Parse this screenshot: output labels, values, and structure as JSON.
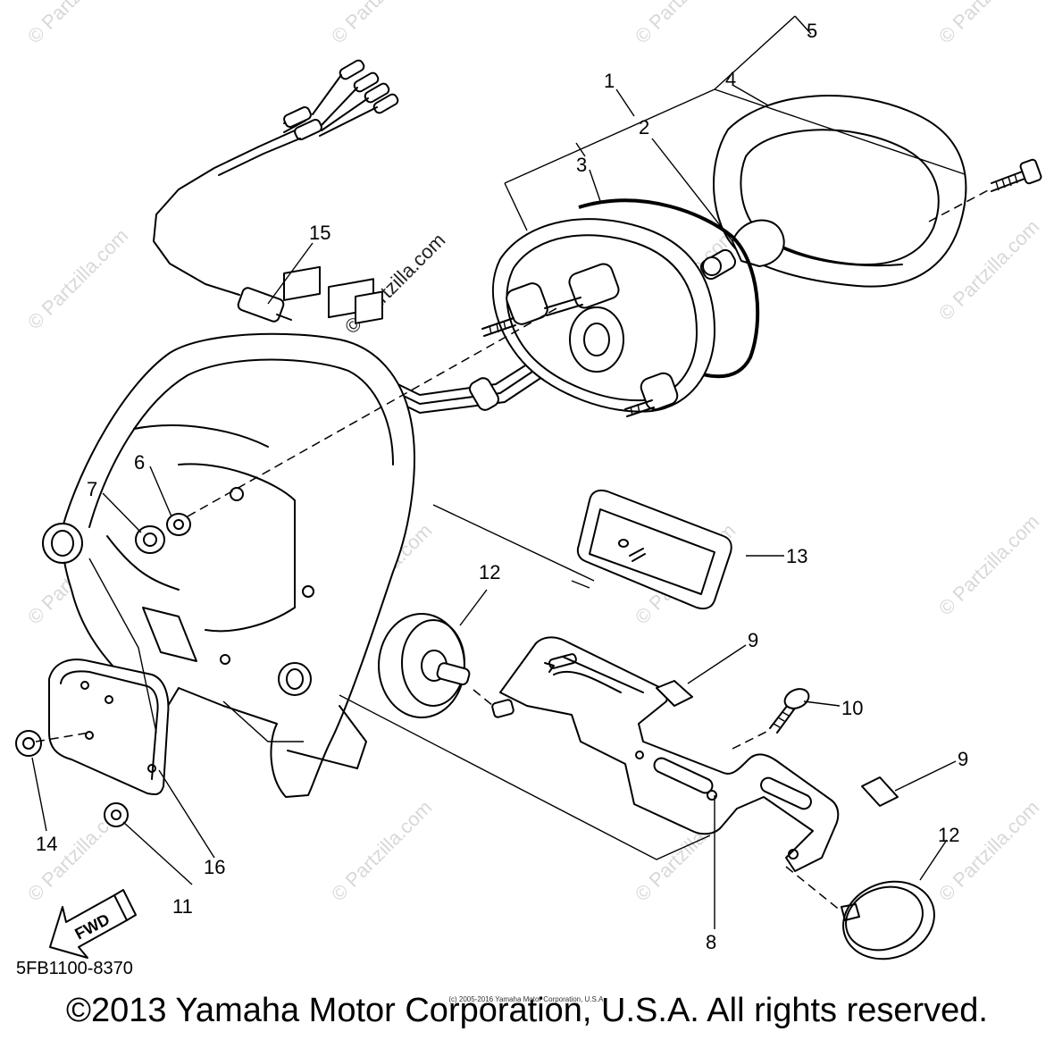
{
  "watermark_main": "© Partzilla.com",
  "callouts": [
    {
      "id": "1",
      "label": "1"
    },
    {
      "id": "2",
      "label": "2"
    },
    {
      "id": "3",
      "label": "3"
    },
    {
      "id": "4",
      "label": "4"
    },
    {
      "id": "5",
      "label": "5"
    },
    {
      "id": "6",
      "label": "6"
    },
    {
      "id": "7",
      "label": "7"
    },
    {
      "id": "8",
      "label": "8"
    },
    {
      "id": "9a",
      "label": "9"
    },
    {
      "id": "9b",
      "label": "9"
    },
    {
      "id": "10",
      "label": "10"
    },
    {
      "id": "11",
      "label": "11"
    },
    {
      "id": "12a",
      "label": "12"
    },
    {
      "id": "12b",
      "label": "12"
    },
    {
      "id": "13",
      "label": "13"
    },
    {
      "id": "14",
      "label": "14"
    },
    {
      "id": "15",
      "label": "15"
    },
    {
      "id": "16",
      "label": "16"
    }
  ],
  "fwd_label": "FWD",
  "part_code": "5FB1100-8370",
  "copyright_small": "(c) 2005-2016 Yamaha Motor Corporation, U.S.A.",
  "copyright_main": "©2013 Yamaha Motor Corporation, U.S.A. All rights reserved."
}
